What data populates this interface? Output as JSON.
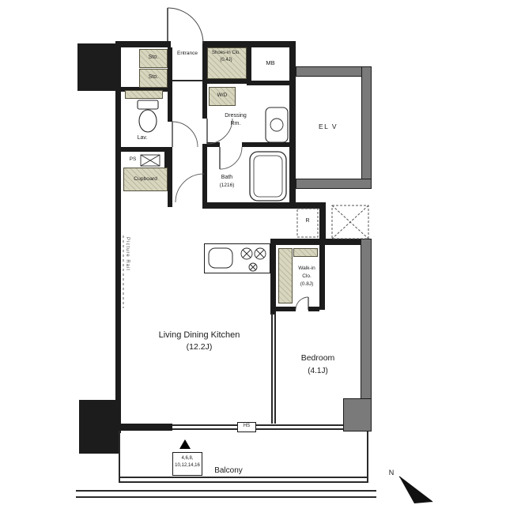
{
  "plan": {
    "rooms": {
      "ldk": {
        "name": "Living Dining Kitchen",
        "size": "(12.2J)"
      },
      "bedroom": {
        "name": "Bedroom",
        "size": "(4.1J)"
      },
      "bath": {
        "name": "Bath",
        "size": "(1216)"
      },
      "dressing": {
        "name": "Dressing",
        "suffix": "Rm."
      },
      "lav": {
        "name": "Lav."
      },
      "entrance": {
        "name": "Entrance"
      },
      "shoes_closet": {
        "name": "Shoes-in Clo.",
        "size": "(0.4J)"
      },
      "walkin_closet": {
        "name": "Walk-in",
        "name2": "Clo.",
        "size": "(0.8J)"
      },
      "balcony": {
        "name": "Balcony"
      },
      "elevator": {
        "name": "EL V"
      },
      "mb": {
        "name": "MB"
      }
    },
    "labels": {
      "sto": "Sto.",
      "wd": "W/D",
      "ps": "PS",
      "cupboard": "Cupboard",
      "refrigerator": "R",
      "hs": "HS",
      "picture_rail": "Picture Rail",
      "north": "N"
    },
    "floor_marker": {
      "line1": "4,6,8,",
      "line2": "10,12,14,16"
    }
  }
}
